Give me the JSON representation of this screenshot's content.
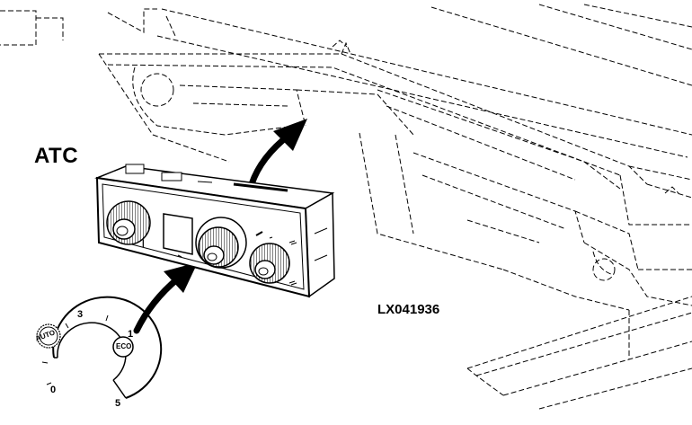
{
  "title": "ATC",
  "reference_code": "LX041936",
  "dial_scale": {
    "labels": [
      "3",
      "1",
      "0",
      "5"
    ],
    "auto_label": "AUTO",
    "eco_label": "ECO"
  },
  "colors": {
    "line": "#000000",
    "background": "#ffffff"
  }
}
